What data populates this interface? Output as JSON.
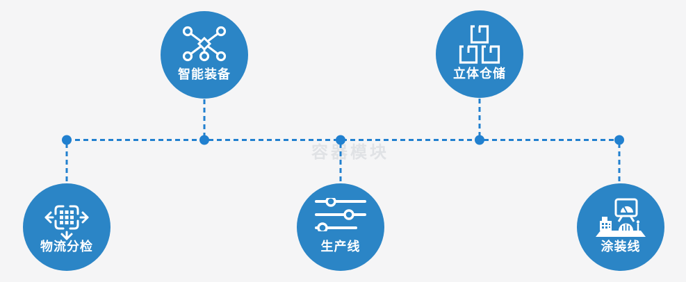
{
  "watermark": {
    "text": "容器模块"
  },
  "nodes": [
    {
      "id": "smart-equipment",
      "label": "智能装备",
      "icon": "network-nodes-icon"
    },
    {
      "id": "warehouse",
      "label": "立体仓储",
      "icon": "stacked-boxes-icon"
    },
    {
      "id": "logistics-sorting",
      "label": "物流分检",
      "icon": "move-sort-icon"
    },
    {
      "id": "production-line",
      "label": "生产线",
      "icon": "sliders-icon"
    },
    {
      "id": "coating-line",
      "label": "涂装线",
      "icon": "machine-monitor-icon"
    }
  ],
  "colors": {
    "node_fill": "#2b85c6",
    "connector": "#2180cf",
    "background": "#f5f5f6",
    "icon_and_label": "#ffffff",
    "watermark": "#e0e2e5"
  }
}
